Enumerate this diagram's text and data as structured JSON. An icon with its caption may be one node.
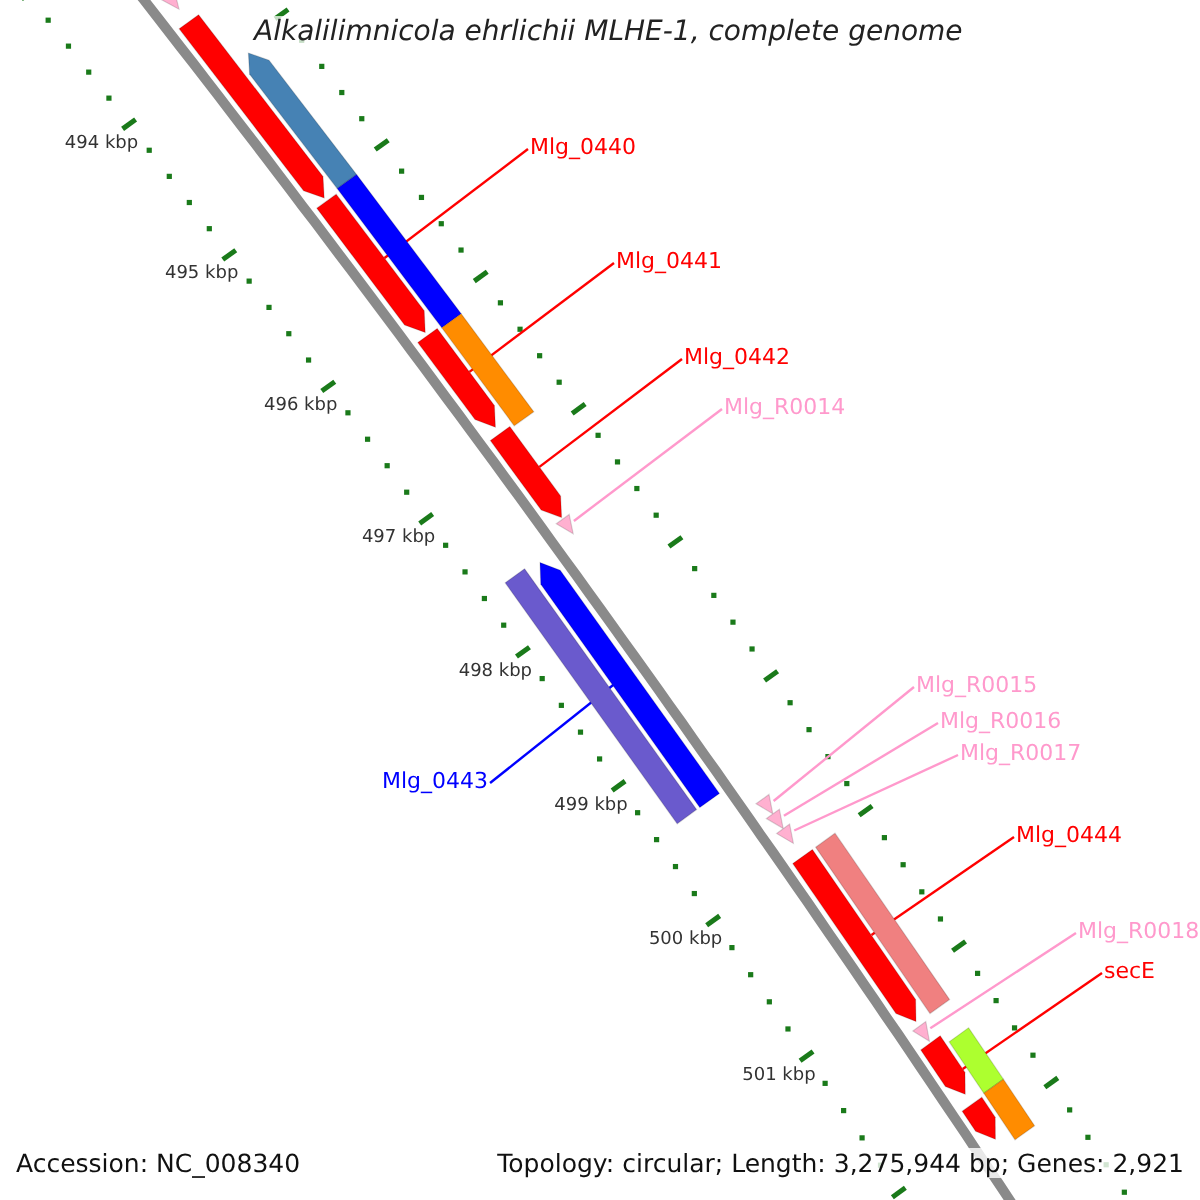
{
  "diagram": {
    "title": "Alkalilimnicola ehrlichii MLHE-1, complete genome",
    "nodes": [
      {
        "text": [
          "Mlg_0440"
        ]
      },
      {
        "text": [
          "Mlg_0441"
        ]
      },
      {
        "text": [
          "Mlg_0442"
        ]
      },
      {
        "text": [
          "Mlg_R0014"
        ]
      },
      {
        "text": [
          "Mlg_0443"
        ]
      },
      {
        "text": [
          "Mlg_R0015"
        ]
      },
      {
        "text": [
          "Mlg_R0016"
        ]
      },
      {
        "text": [
          "Mlg_R0017"
        ]
      },
      {
        "text": [
          "Mlg_0444"
        ]
      },
      {
        "text": [
          "Mlg_R0018"
        ]
      },
      {
        "text": [
          "secE"
        ]
      },
      {
        "text": [],
        "shape": "triangle"
      },
      {
        "text": [],
        "shape": "bar"
      },
      {
        "text": [],
        "shape": "bar"
      },
      {
        "text": [],
        "shape": "bar"
      },
      {
        "text": [],
        "shape": "bar"
      },
      {
        "text": [],
        "shape": "bar"
      },
      {
        "text": [],
        "shape": "bar"
      },
      {
        "text": [],
        "shape": "bar"
      },
      {
        "text": [],
        "shape": "triangle"
      },
      {
        "text": [],
        "shape": "bar"
      },
      {
        "text": [],
        "shape": "bar"
      },
      {
        "text": [],
        "shape": "triangle"
      },
      {
        "text": [],
        "shape": "triangle"
      },
      {
        "text": [],
        "shape": "triangle"
      },
      {
        "text": [],
        "shape": "bar"
      },
      {
        "text": [],
        "shape": "bar"
      },
      {
        "text": [],
        "shape": "triangle"
      },
      {
        "text": [],
        "shape": "bar"
      },
      {
        "text": [],
        "shape": "bar"
      },
      {
        "text": [],
        "shape": "bar"
      },
      {
        "text": [],
        "shape": "bar"
      }
    ],
    "edges": [
      {
        "from": 0,
        "to": 14,
        "arrow": "none"
      },
      {
        "from": 1,
        "to": 16,
        "arrow": "none"
      },
      {
        "from": 2,
        "to": 18,
        "arrow": "none"
      },
      {
        "from": 3,
        "to": 19,
        "arrow": "none",
        "color": "#ff99cc"
      },
      {
        "from": 4,
        "to": 21,
        "arrow": "none",
        "color": "#0000ff"
      },
      {
        "from": 5,
        "to": 22,
        "arrow": "none",
        "color": "#ff99cc"
      },
      {
        "from": 6,
        "to": 23,
        "arrow": "none",
        "color": "#ff99cc"
      },
      {
        "from": 7,
        "to": 24,
        "arrow": "none",
        "color": "#ff99cc"
      },
      {
        "from": 8,
        "to": 25,
        "arrow": "none"
      },
      {
        "from": 9,
        "to": 27,
        "arrow": "none",
        "color": "#ff99cc"
      },
      {
        "from": 10,
        "to": 28,
        "arrow": "none"
      }
    ],
    "labels": [
      "494 kbp",
      "495 kbp",
      "496 kbp",
      "497 kbp",
      "498 kbp",
      "499 kbp",
      "500 kbp",
      "501 kbp",
      "Accession: NC_008340",
      "Topology: circular; Length: 3,275,944 bp; Genes: 2,921"
    ]
  }
}
